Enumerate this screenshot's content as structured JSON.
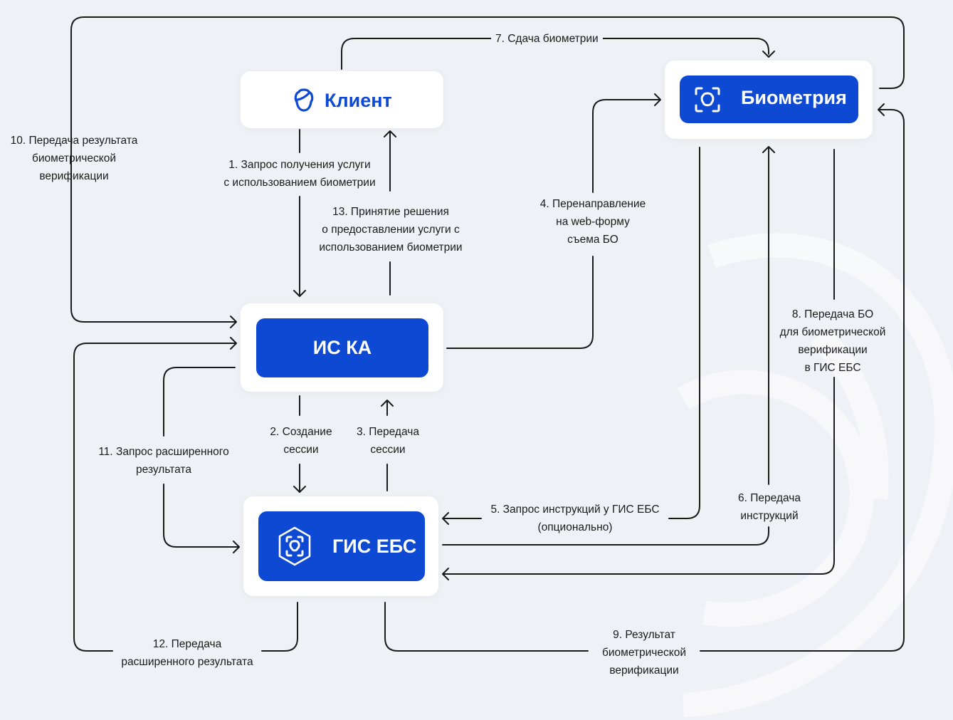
{
  "nodes": {
    "client": {
      "label": "Клиент"
    },
    "biometria": {
      "label": "Биометрия"
    },
    "iska": {
      "label": "ИС КА"
    },
    "gis": {
      "label": "ГИС ЕБС"
    }
  },
  "edges": {
    "e1": [
      "1. Запрос получения услуги",
      "с использованием биометрии"
    ],
    "e2": [
      "2. Создание",
      "сессии"
    ],
    "e3": [
      "3. Передача",
      "сессии"
    ],
    "e4": [
      "4. Перенаправление",
      "на web-форму",
      "съема БО"
    ],
    "e5": [
      "5. Запрос инструкций у ГИС ЕБС",
      "(опционально)"
    ],
    "e6": [
      "6. Передача",
      "инструкций"
    ],
    "e7": [
      "7. Сдача биометрии"
    ],
    "e8": [
      "8. Передача БО",
      "для биометрической",
      "верификации",
      "в ГИС ЕБС"
    ],
    "e9": [
      "9. Результат",
      "биометрической",
      "верификации"
    ],
    "e10": [
      "10. Передача результата",
      "биометрической",
      "верификации"
    ],
    "e11": [
      "11. Запрос расширенного",
      "результата"
    ],
    "e12": [
      "12. Передача",
      "расширенного результата"
    ],
    "e13": [
      "13. Принятие решения",
      "о предоставлении услуги с",
      "использованием биометрии"
    ]
  },
  "colors": {
    "accent": "#0d49d3",
    "background": "#f0f1f6",
    "line": "#1a1a1a",
    "card": "#ffffff"
  },
  "icons": {
    "client": "person-head-icon",
    "biometria": "face-scan-icon",
    "gis": "face-scan-badge-icon"
  }
}
